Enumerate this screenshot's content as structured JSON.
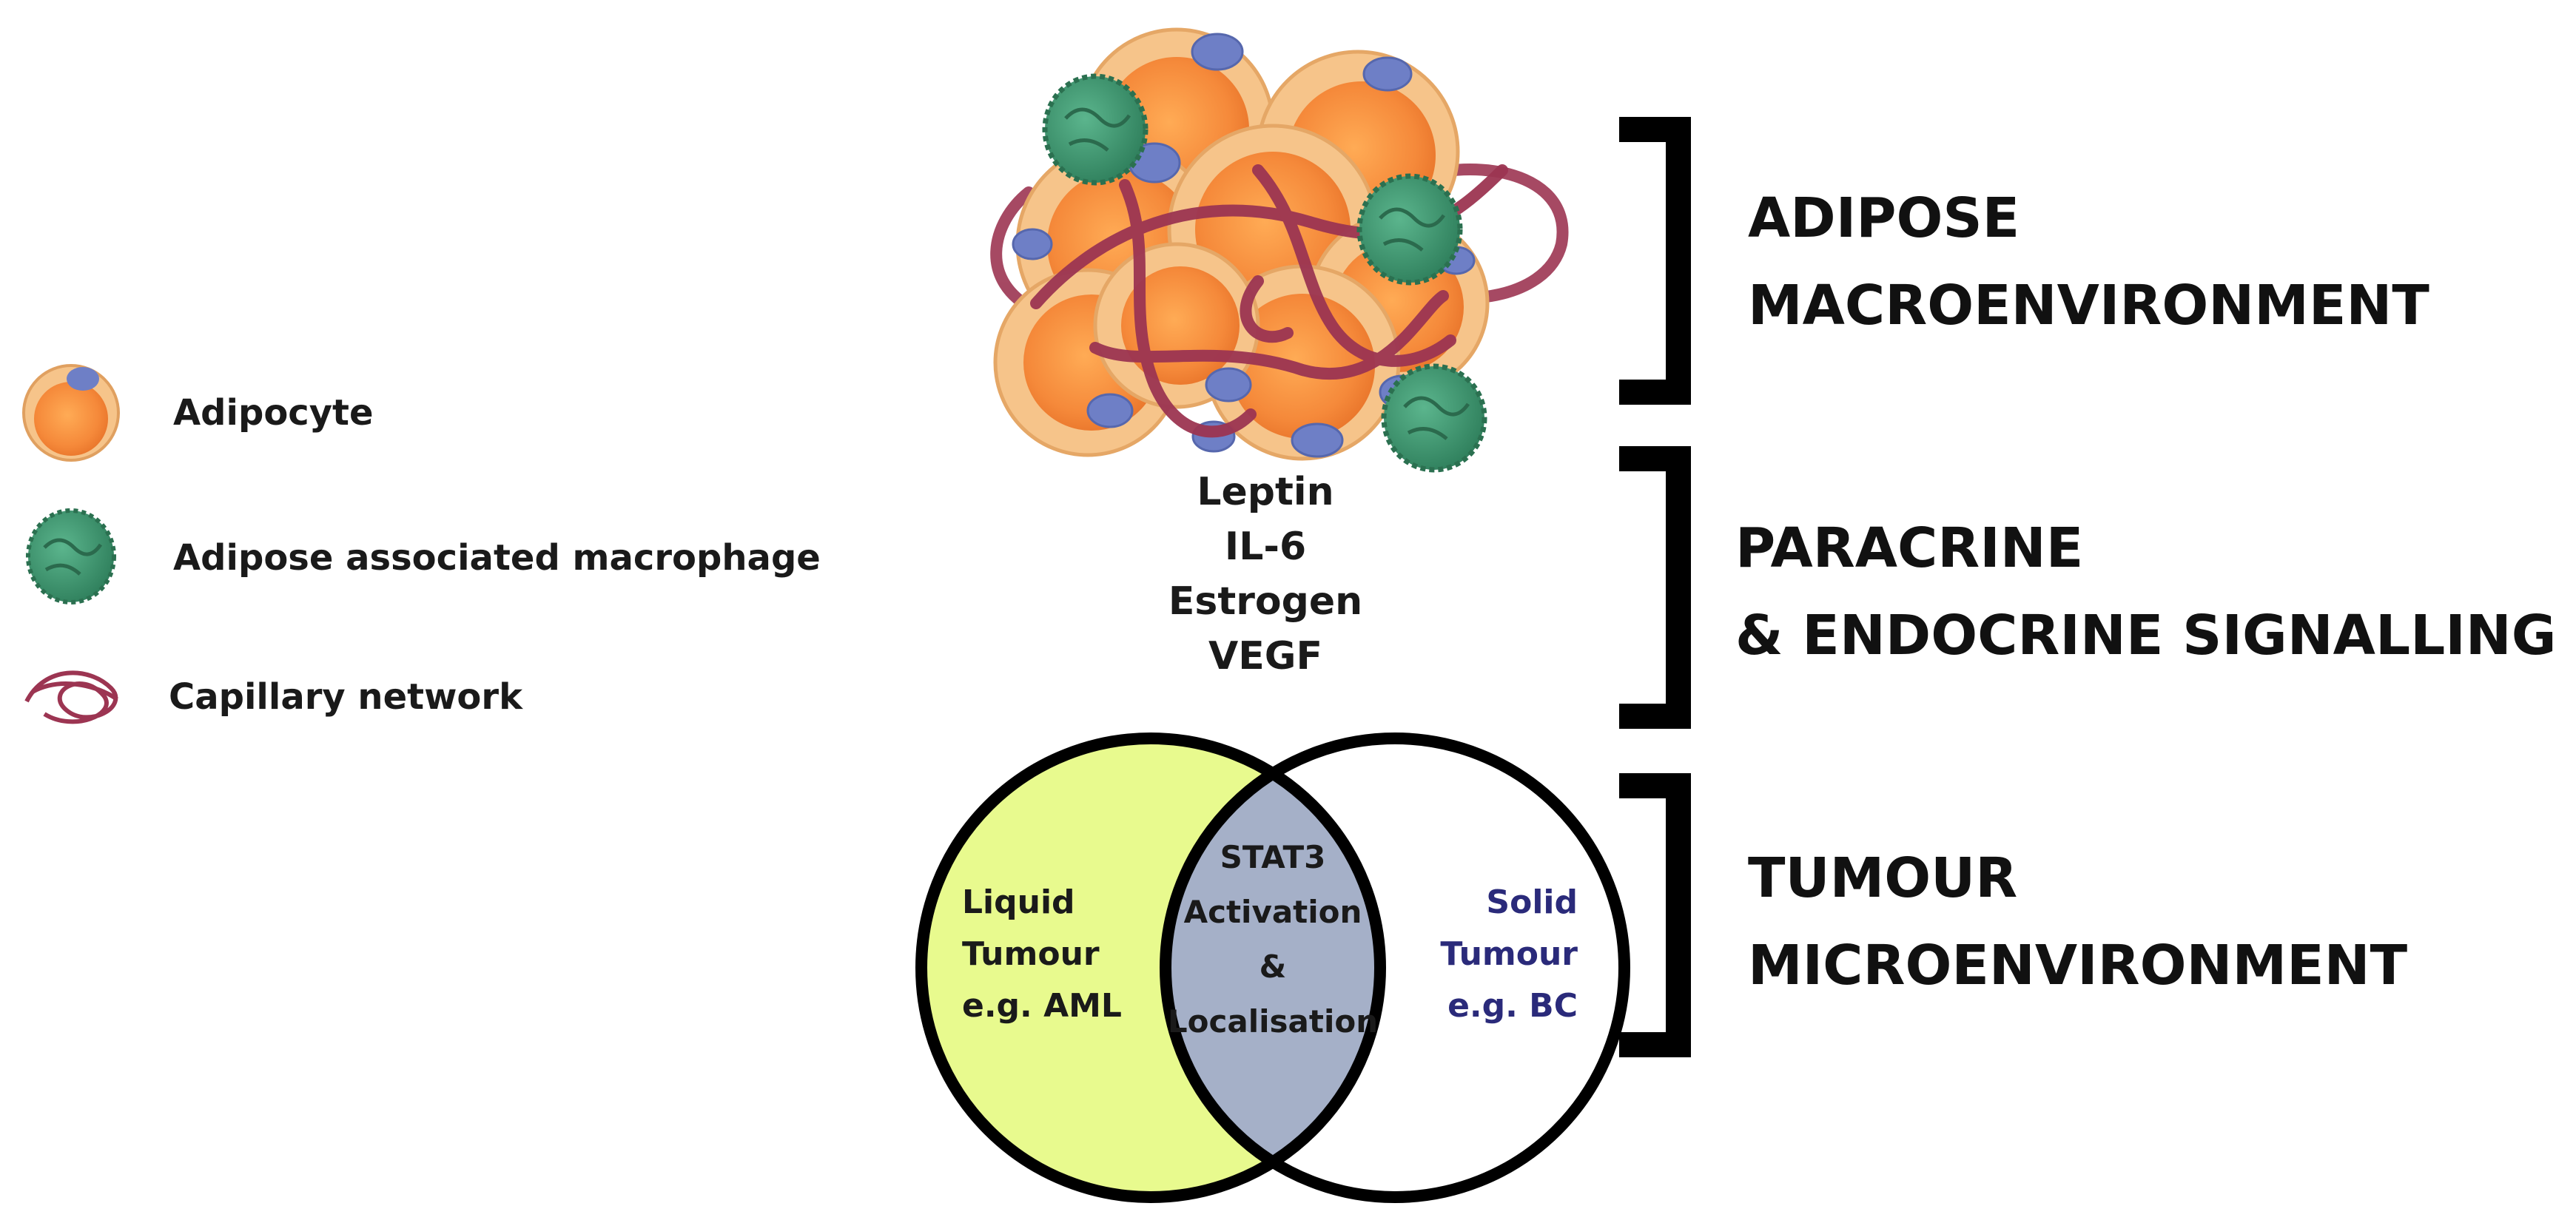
{
  "legend": {
    "items": [
      {
        "label": "Adipocyte",
        "icon": "adipocyte-icon"
      },
      {
        "label": "Adipose associated macrophage",
        "icon": "macrophage-icon"
      },
      {
        "label": "Capillary network",
        "icon": "capillary-icon"
      }
    ]
  },
  "signals": [
    "Leptin",
    "IL-6",
    "Estrogen",
    "VEGF"
  ],
  "sections": {
    "adipose": {
      "line1": "ADIPOSE",
      "line2": "MACROENVIRONMENT"
    },
    "paracrine": {
      "line1": "PARACRINE",
      "line2": "& ENDOCRINE SIGNALLING"
    },
    "tumour": {
      "line1": "TUMOUR",
      "line2": "MICROENVIRONMENT"
    }
  },
  "venn": {
    "left": {
      "line1": "Liquid",
      "line2": "Tumour",
      "line3": "e.g. AML",
      "color": "#e8fa8e"
    },
    "center": {
      "line1": "STAT3",
      "line2": "Activation",
      "line3": "&",
      "line4": "Localisation",
      "color": "#a5b0c8"
    },
    "right": {
      "line1": "Solid",
      "line2": "Tumour",
      "line3": "e.g. BC",
      "color": "#2a2a7a"
    }
  },
  "colors": {
    "adipocyte": "#f5893a",
    "adipocyte_rim": "#f6c48a",
    "nucleus": "#6e7fc6",
    "macrophage": "#3d9a72",
    "capillary": "#9c3552",
    "bracket": "#000000"
  }
}
